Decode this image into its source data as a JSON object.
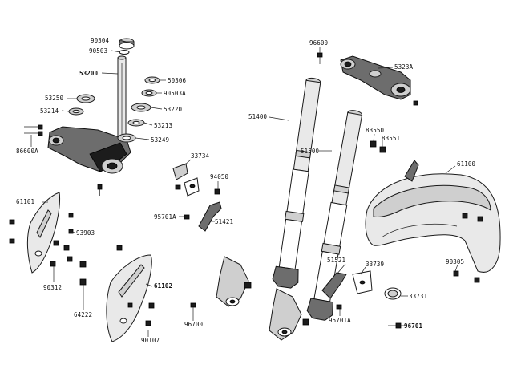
{
  "diagram": {
    "labels": {
      "p90304": "90304",
      "p90503": "90503",
      "p53200": "53200",
      "p50306": "50306",
      "p90503a": "90503A",
      "p53250": "53250",
      "p53214": "53214",
      "p53220": "53220",
      "p53213": "53213",
      "p53249": "53249",
      "p86600a": "86600A",
      "p96600": "96600",
      "p5323a": "5323A",
      "p51400": "51400",
      "p51500": "51500",
      "p83550": "83550",
      "p83551": "83551",
      "p61100": "61100",
      "p33734": "33734",
      "p94050": "94050",
      "p61101": "61101",
      "p95701a_1": "95701A",
      "p51421": "51421",
      "p93903": "93903",
      "p51521": "51521",
      "p33739": "33739",
      "p90305": "90305",
      "p33731": "33731",
      "p61102": "61102",
      "p90312": "90312",
      "p64222": "64222",
      "p96700": "96700",
      "p95701a_2": "95701A",
      "p96701": "96701",
      "p90107": "90107"
    }
  }
}
